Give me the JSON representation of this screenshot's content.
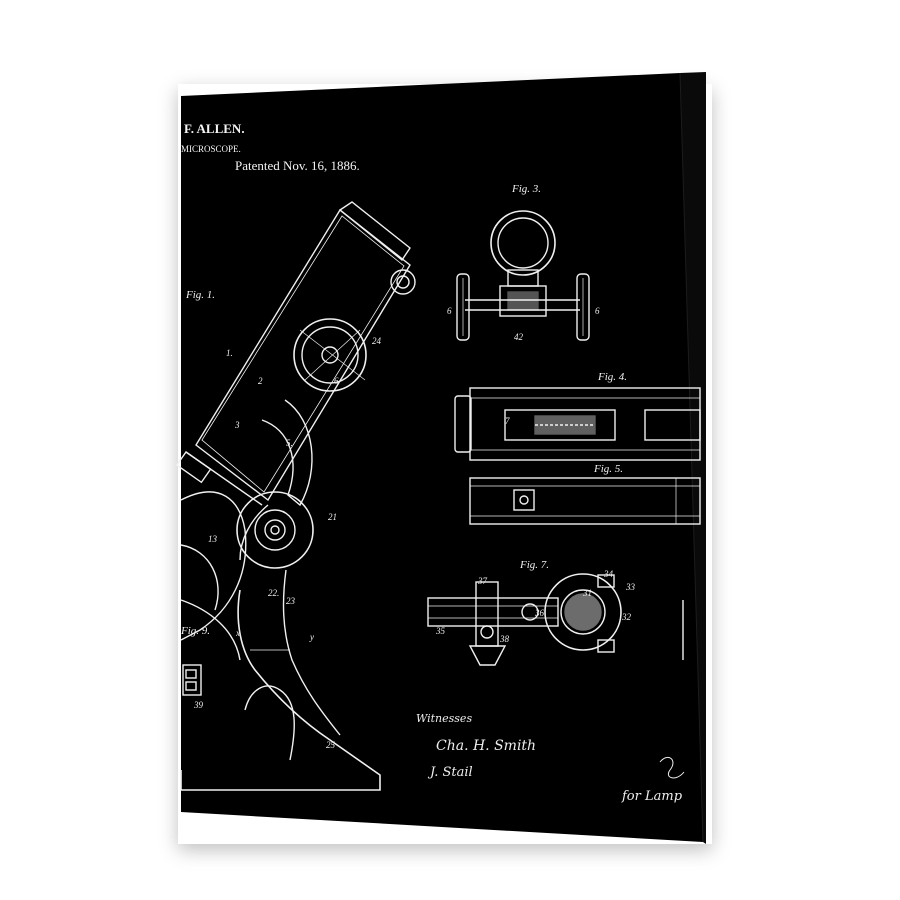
{
  "header": {
    "inventor": "F. ALLEN.",
    "title": "MICROSCOPE.",
    "patent_date": "Patented Nov. 16, 1886."
  },
  "figures": {
    "fig1": "Fig. 1.",
    "fig3": "Fig. 3.",
    "fig4": "Fig. 4.",
    "fig5": "Fig. 5.",
    "fig7": "Fig. 7.",
    "fig9": "Fig. 9."
  },
  "labels": {
    "n1": "1.",
    "n2": "2",
    "n3": "3",
    "n5": "5.",
    "n6": "6",
    "n7": "7",
    "n13": "13",
    "n21": "21",
    "n22": "22.",
    "n23": "23",
    "n24": "24",
    "n25": "25",
    "n31": "31",
    "n32": "32",
    "n33": "33",
    "n34": "34",
    "n35": "35",
    "n36": "36",
    "n37": "37",
    "n38": "38",
    "n39": "39",
    "n42": "42",
    "x": "x",
    "y": "y",
    "g": "6",
    "g2": "6"
  },
  "witnesses": {
    "heading": "Witnesses",
    "sig1": "Cha. H. Smith",
    "sig2": "J. Stail"
  },
  "inventor_signature": "for Lamp",
  "colors": {
    "canvas": "#000000",
    "line": "#f0f0f0",
    "side_edge": "#0a0a0a"
  }
}
